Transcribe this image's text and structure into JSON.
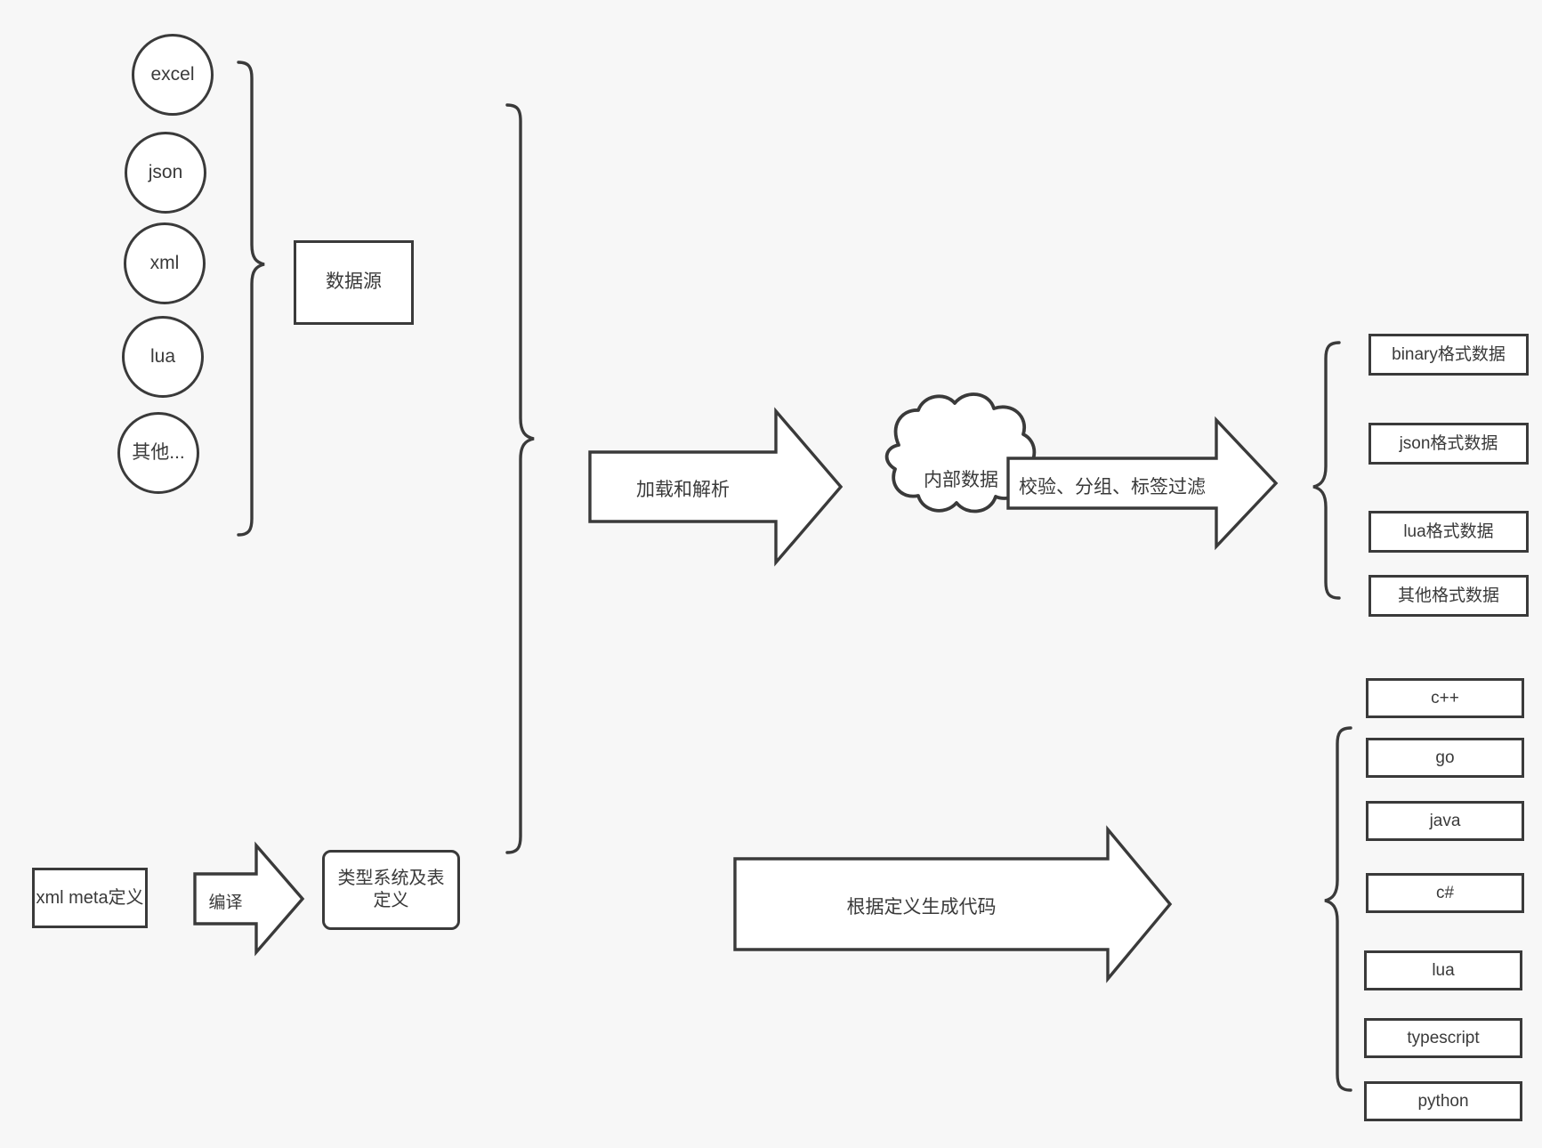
{
  "diagram": {
    "title": "data pipeline and code generation flow",
    "background_color": "#f7f7f7",
    "stroke_color": "#3a3a3a",
    "fill_color": "#ffffff"
  },
  "sources": {
    "items": [
      {
        "label": "excel"
      },
      {
        "label": "json"
      },
      {
        "label": "xml"
      },
      {
        "label": "lua"
      },
      {
        "label": "其他..."
      }
    ],
    "group_label": "数据源"
  },
  "definition": {
    "meta_label": "xml meta定义",
    "compile_label": "编译",
    "type_system_label": "类型系统及表\n定义"
  },
  "pipeline": {
    "load_parse_label": "加载和解析",
    "internal_data_label": "内部数据",
    "filter_label": "校验、分组、标签过滤",
    "codegen_label": "根据定义生成代码"
  },
  "outputs": {
    "formats": [
      {
        "label": "binary格式数据"
      },
      {
        "label": "json格式数据"
      },
      {
        "label": "lua格式数据"
      },
      {
        "label": "其他格式数据"
      }
    ],
    "languages": [
      {
        "label": "c++"
      },
      {
        "label": "go"
      },
      {
        "label": "java"
      },
      {
        "label": "c#"
      },
      {
        "label": "lua"
      },
      {
        "label": "typescript"
      },
      {
        "label": "python"
      }
    ]
  }
}
